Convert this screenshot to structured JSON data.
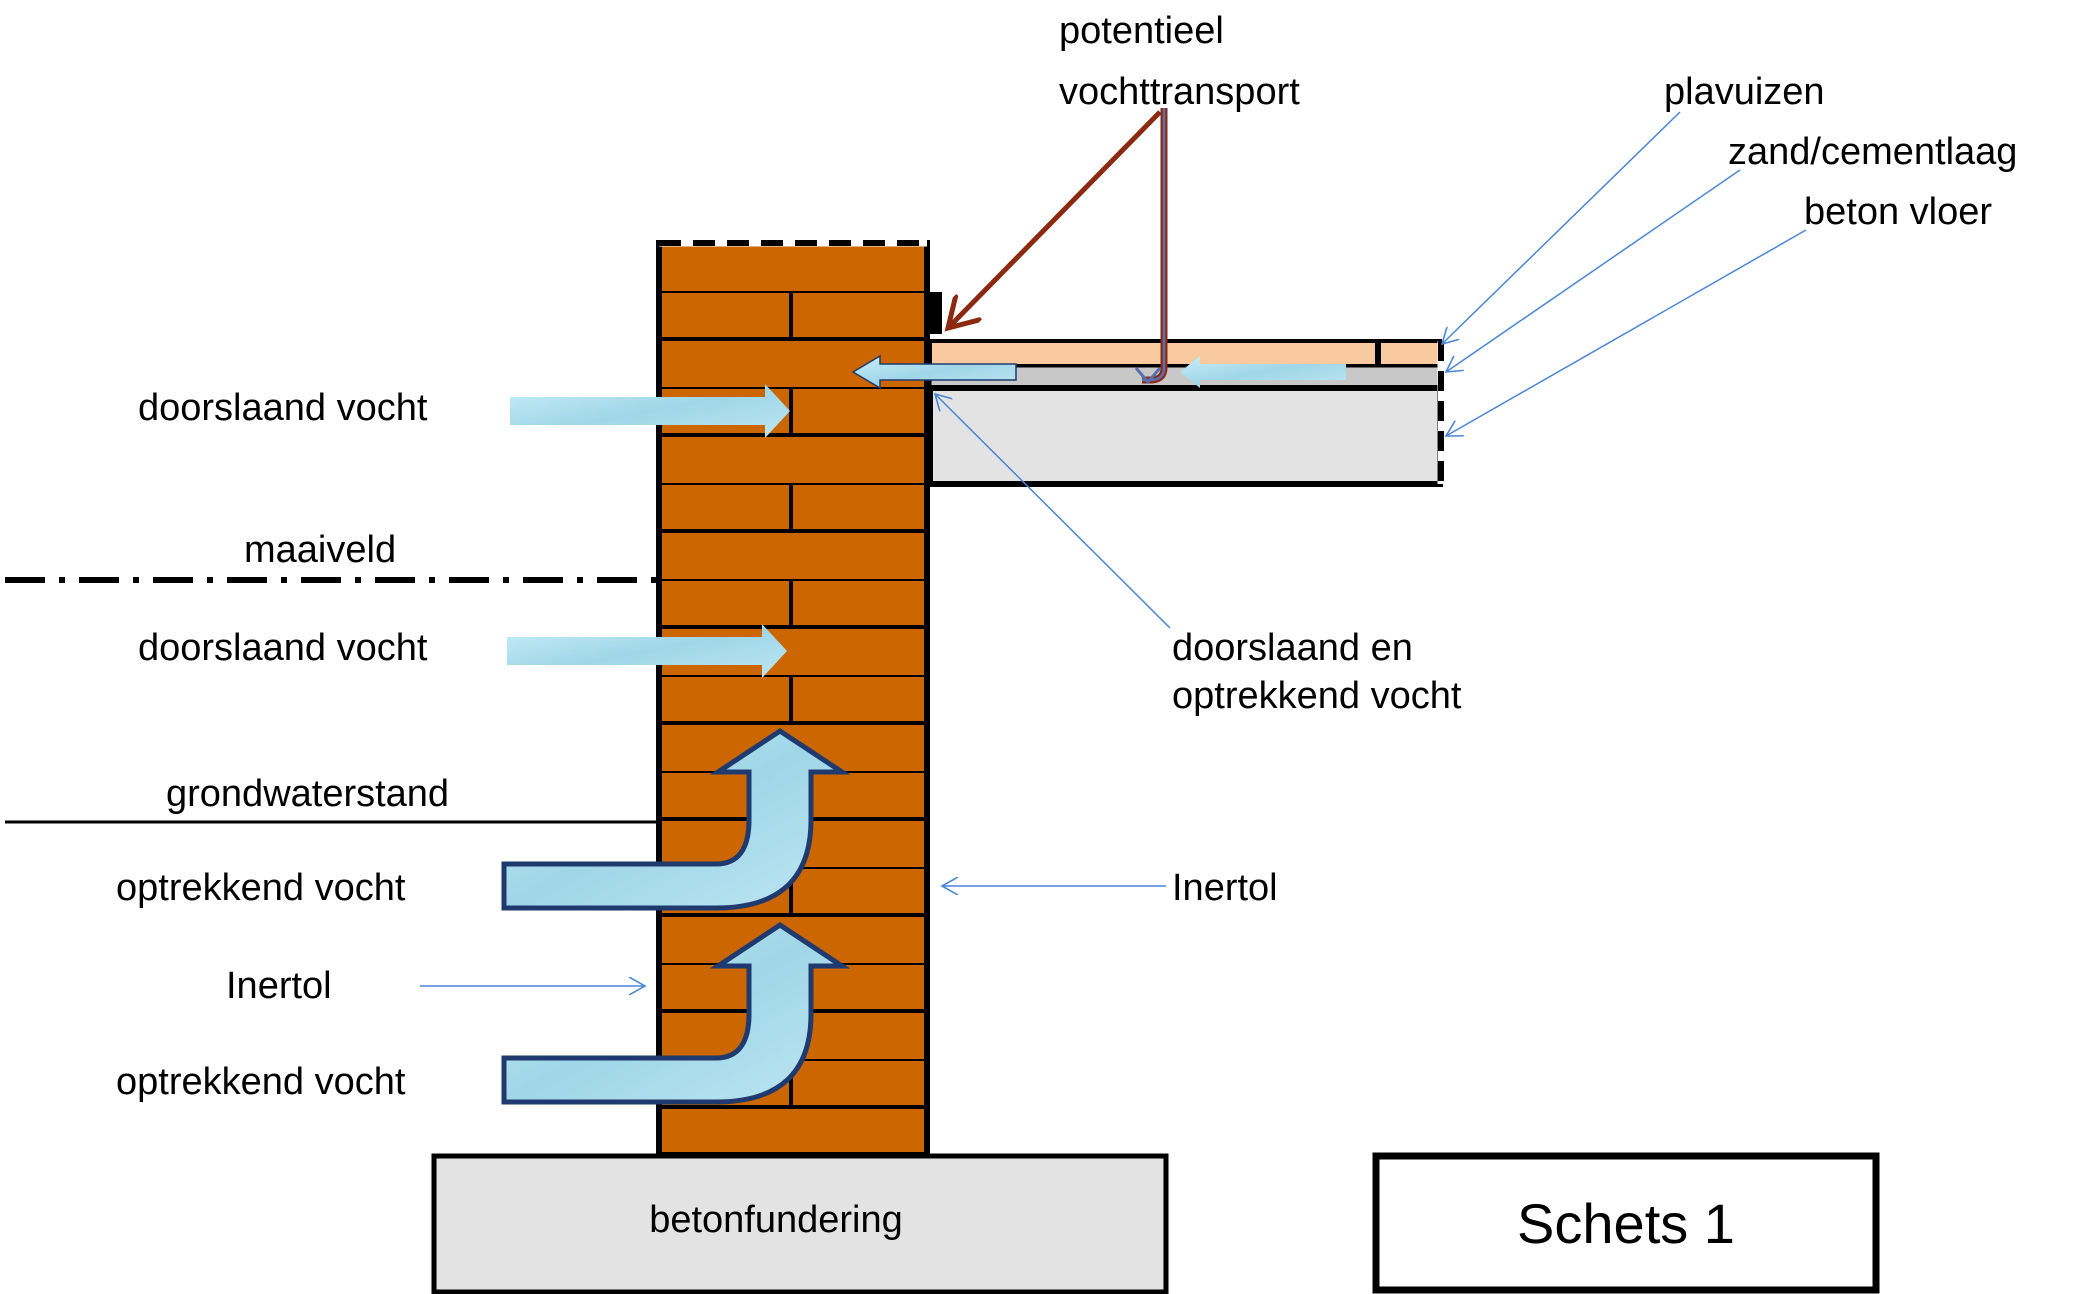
{
  "labels": {
    "potentieel": "potentieel",
    "vochttransport": "vochttransport",
    "plavuizen": "plavuizen",
    "zand_cementlaag": "zand/cementlaag",
    "beton_vloer": "beton vloer",
    "doorslaand_vocht_1": "doorslaand vocht",
    "maaiveld": "maaiveld",
    "doorslaand_vocht_2": "doorslaand vocht",
    "doorslaand_en": "doorslaand en",
    "optrekkend_vocht_inner": "optrekkend vocht",
    "grondwaterstand": "grondwaterstand",
    "optrekkend_vocht_1": "optrekkend vocht",
    "inertol_right": "Inertol",
    "inertol_left": "Inertol",
    "optrekkend_vocht_2": "optrekkend vocht",
    "betonfundering": "betonfundering",
    "schets": "Schets 1"
  },
  "colors": {
    "brick": "#cc6600",
    "tile": "#f9c9a0",
    "sand_cement": "#c8c8c8",
    "concrete": "#e3e3e3",
    "moisture_fill": "#a9dcec",
    "moisture_edge": "#1f3a6e",
    "leader_blue": "#4a86d6",
    "arrow_brown": "#8b2a10"
  }
}
